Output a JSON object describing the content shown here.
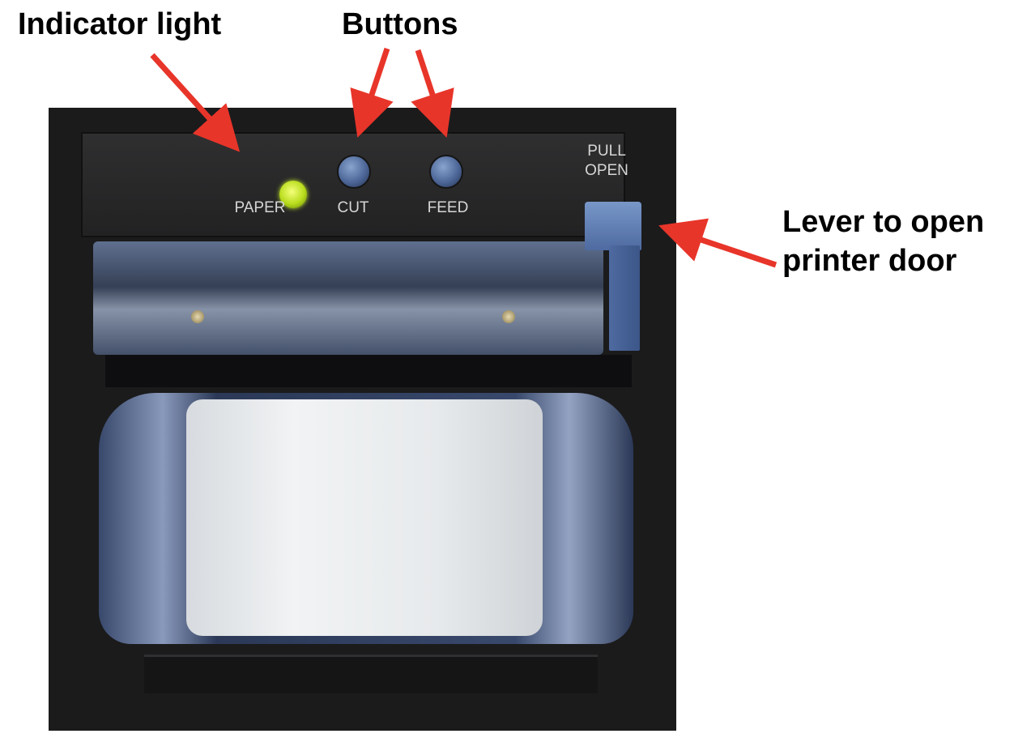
{
  "callouts": {
    "indicator": "Indicator light",
    "buttons": "Buttons",
    "lever_line1": "Lever to open",
    "lever_line2": "printer door"
  },
  "printer_labels": {
    "paper": "PAPER",
    "cut": "CUT",
    "feed": "FEED",
    "pull": "PULL",
    "open": "OPEN"
  },
  "colors": {
    "arrow": "#e8352a",
    "indicator_led": "#c8ee28",
    "button": "#4d6798",
    "lever": "#6a88bc"
  }
}
